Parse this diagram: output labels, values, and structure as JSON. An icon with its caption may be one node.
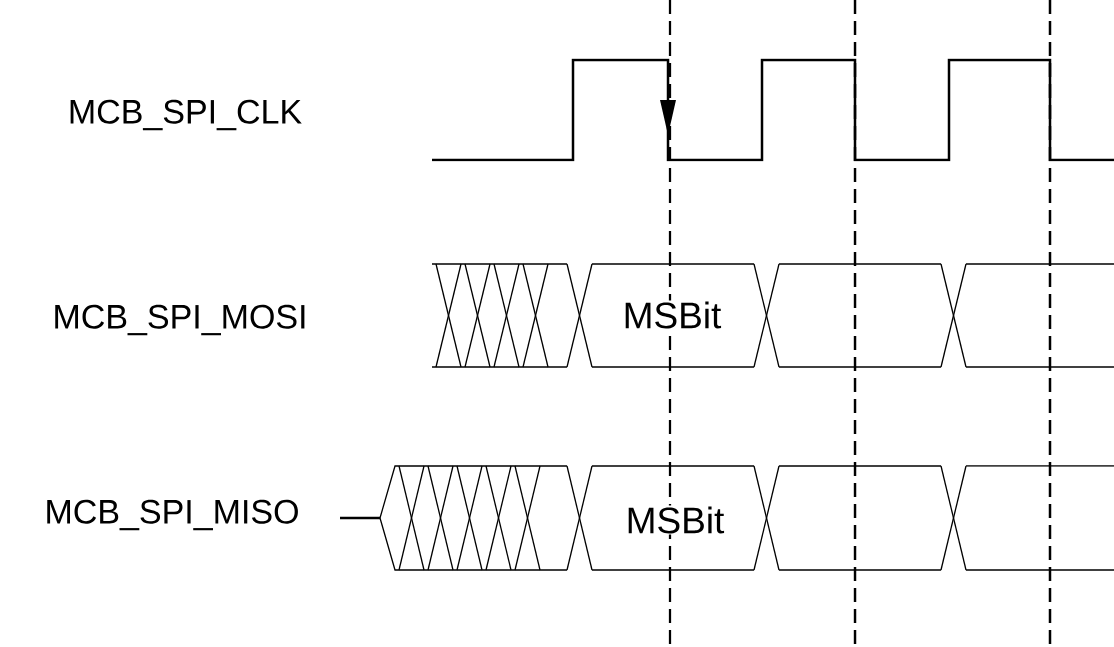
{
  "diagram": {
    "labels": [
      "MCB_SPI_CLK",
      "MCB_SPI_MOSI",
      "MSBit",
      "MCB_SPI_MISO",
      "MSBit"
    ]
  }
}
